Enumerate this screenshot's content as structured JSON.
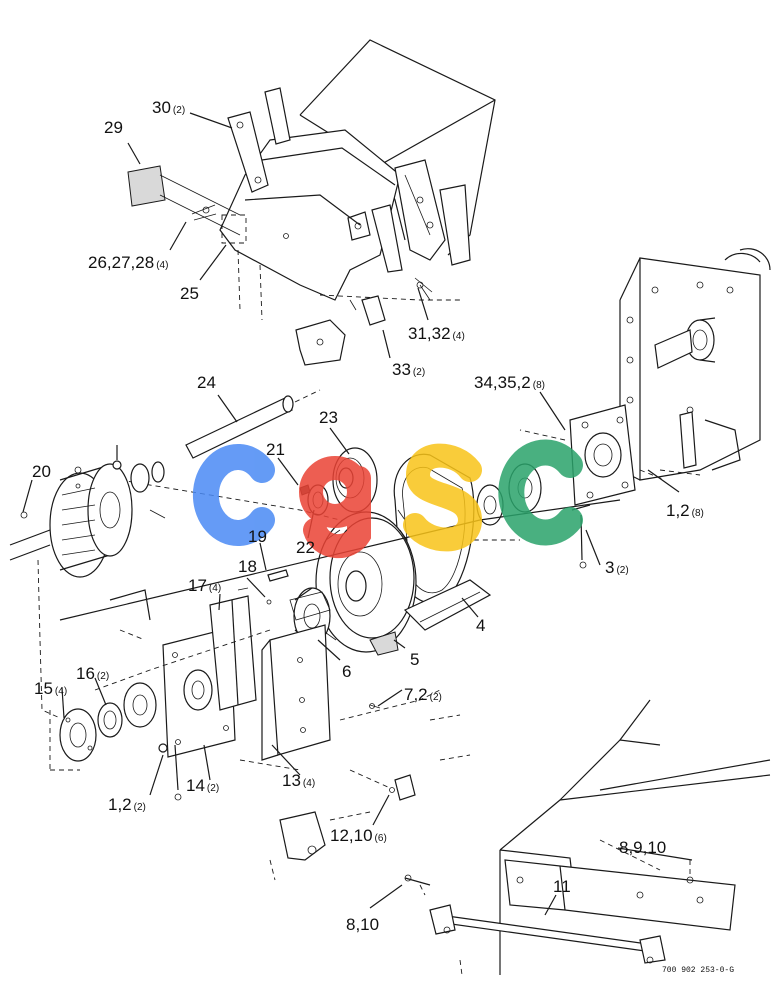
{
  "watermark": {
    "text": "cgsc",
    "colors": [
      "#4a8af4",
      "#ea4335",
      "#f9c418",
      "#2aa36b"
    ]
  },
  "callouts": [
    {
      "id": "c29",
      "num": "29",
      "qty": ""
    },
    {
      "id": "c30",
      "num": "30",
      "qty": "(2)"
    },
    {
      "id": "c2627",
      "num": "26,27,28",
      "qty": "(4)"
    },
    {
      "id": "c25",
      "num": "25",
      "qty": ""
    },
    {
      "id": "c3132",
      "num": "31,32",
      "qty": "(4)"
    },
    {
      "id": "c33",
      "num": "33",
      "qty": "(2)"
    },
    {
      "id": "c24",
      "num": "24",
      "qty": ""
    },
    {
      "id": "c34",
      "num": "34,35,2",
      "qty": "(8)"
    },
    {
      "id": "c23",
      "num": "23",
      "qty": ""
    },
    {
      "id": "c21",
      "num": "21",
      "qty": ""
    },
    {
      "id": "c20",
      "num": "20",
      "qty": ""
    },
    {
      "id": "c22",
      "num": "22",
      "qty": ""
    },
    {
      "id": "c19",
      "num": "19",
      "qty": ""
    },
    {
      "id": "c18",
      "num": "18",
      "qty": ""
    },
    {
      "id": "c12r",
      "num": "1,2",
      "qty": "(8)"
    },
    {
      "id": "c3",
      "num": "3",
      "qty": "(2)"
    },
    {
      "id": "c17",
      "num": "17",
      "qty": "(4)"
    },
    {
      "id": "c4",
      "num": "4",
      "qty": ""
    },
    {
      "id": "c16",
      "num": "16",
      "qty": "(2)"
    },
    {
      "id": "c15",
      "num": "15",
      "qty": "(4)"
    },
    {
      "id": "c6",
      "num": "6",
      "qty": ""
    },
    {
      "id": "c5",
      "num": "5",
      "qty": ""
    },
    {
      "id": "c72",
      "num": "7,2",
      "qty": "(2)"
    },
    {
      "id": "c13",
      "num": "13",
      "qty": "(4)"
    },
    {
      "id": "c14",
      "num": "14",
      "qty": "(2)"
    },
    {
      "id": "c12l",
      "num": "1,2",
      "qty": "(2)"
    },
    {
      "id": "c1210",
      "num": "12,10",
      "qty": "(6)"
    },
    {
      "id": "c8910",
      "num": "8,9,10",
      "qty": ""
    },
    {
      "id": "c11",
      "num": "11",
      "qty": ""
    },
    {
      "id": "c810",
      "num": "8,10",
      "qty": ""
    }
  ],
  "drawing_code": "700 902 253-0-G"
}
